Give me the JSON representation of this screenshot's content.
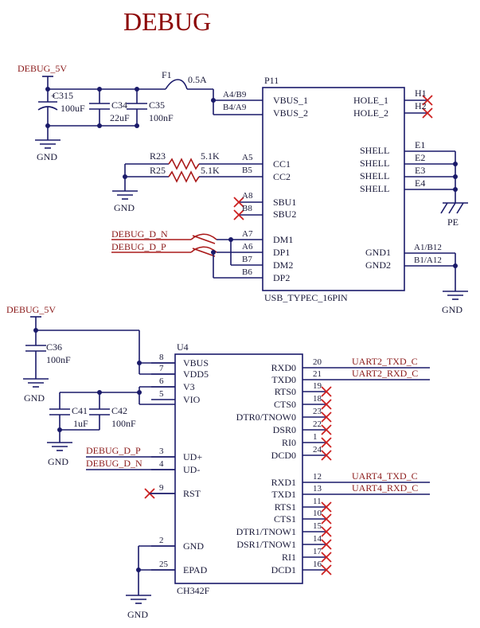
{
  "title": "DEBUG",
  "nets": {
    "debug_5v": "DEBUG_5V",
    "gnd": "GND",
    "pe": "PE",
    "debug_dn": "DEBUG_D_N",
    "debug_dp": "DEBUG_D_P",
    "uart2_txd": "UART2_TXD_C",
    "uart2_rxd": "UART2_RXD_C",
    "uart4_txd": "UART4_TXD_C",
    "uart4_rxd": "UART4_RXD_C"
  },
  "components": {
    "c315": {
      "ref": "C315",
      "value": "100uF"
    },
    "c34": {
      "ref": "C34",
      "value": "22uF"
    },
    "c35": {
      "ref": "C35",
      "value": "100nF"
    },
    "c36": {
      "ref": "C36",
      "value": "100nF"
    },
    "c41": {
      "ref": "C41",
      "value": "1uF"
    },
    "c42": {
      "ref": "C42",
      "value": "100nF"
    },
    "f1": {
      "ref": "F1",
      "value": "0.5A"
    },
    "r23": {
      "ref": "R23",
      "value": "5.1K"
    },
    "r25": {
      "ref": "R25",
      "value": "5.1K"
    },
    "h1": "H1",
    "h2": "H2",
    "e1": "E1",
    "e2": "E2",
    "e3": "E3",
    "e4": "E4"
  },
  "p11": {
    "ref": "P11",
    "part": "USB_TYPEC_16PIN",
    "pin_labels": {
      "a4b9": "A4/B9",
      "b4a9": "B4/A9",
      "a5": "A5",
      "b5": "B5",
      "a8": "A8",
      "b8": "B8",
      "a7": "A7",
      "a6": "A6",
      "b7": "B7",
      "b6": "B6",
      "a1b12": "A1/B12",
      "b1a12": "B1/A12"
    },
    "left": [
      "VBUS_1",
      "VBUS_2",
      "CC1",
      "CC2",
      "SBU1",
      "SBU2",
      "DM1",
      "DP1",
      "DM2",
      "DP2"
    ],
    "right": [
      "HOLE_1",
      "HOLE_2",
      "SHELL",
      "SHELL",
      "SHELL",
      "SHELL",
      "GND1",
      "GND2"
    ]
  },
  "u4": {
    "ref": "U4",
    "part": "CH342F",
    "left_pins": [
      {
        "num": "8",
        "name": "VBUS"
      },
      {
        "num": "7",
        "name": "VDD5"
      },
      {
        "num": "6",
        "name": "V3"
      },
      {
        "num": "5",
        "name": "VIO"
      },
      {
        "num": "3",
        "name": "UD+"
      },
      {
        "num": "4",
        "name": "UD-"
      },
      {
        "num": "9",
        "name": "RST"
      },
      {
        "num": "2",
        "name": "GND"
      },
      {
        "num": "25",
        "name": "EPAD"
      }
    ],
    "right_pins": [
      {
        "num": "20",
        "name": "RXD0"
      },
      {
        "num": "21",
        "name": "TXD0"
      },
      {
        "num": "19",
        "name": "RTS0"
      },
      {
        "num": "18",
        "name": "CTS0"
      },
      {
        "num": "23",
        "name": "DTR0/TNOW0"
      },
      {
        "num": "22",
        "name": "DSR0"
      },
      {
        "num": "1",
        "name": "RI0"
      },
      {
        "num": "24",
        "name": "DCD0"
      },
      {
        "num": "12",
        "name": "RXD1"
      },
      {
        "num": "13",
        "name": "TXD1"
      },
      {
        "num": "11",
        "name": "RTS1"
      },
      {
        "num": "10",
        "name": "CTS1"
      },
      {
        "num": "15",
        "name": "DTR1/TNOW1"
      },
      {
        "num": "14",
        "name": "DSR1/TNOW1"
      },
      {
        "num": "17",
        "name": "RI1"
      },
      {
        "num": "16",
        "name": "DCD1"
      }
    ]
  }
}
